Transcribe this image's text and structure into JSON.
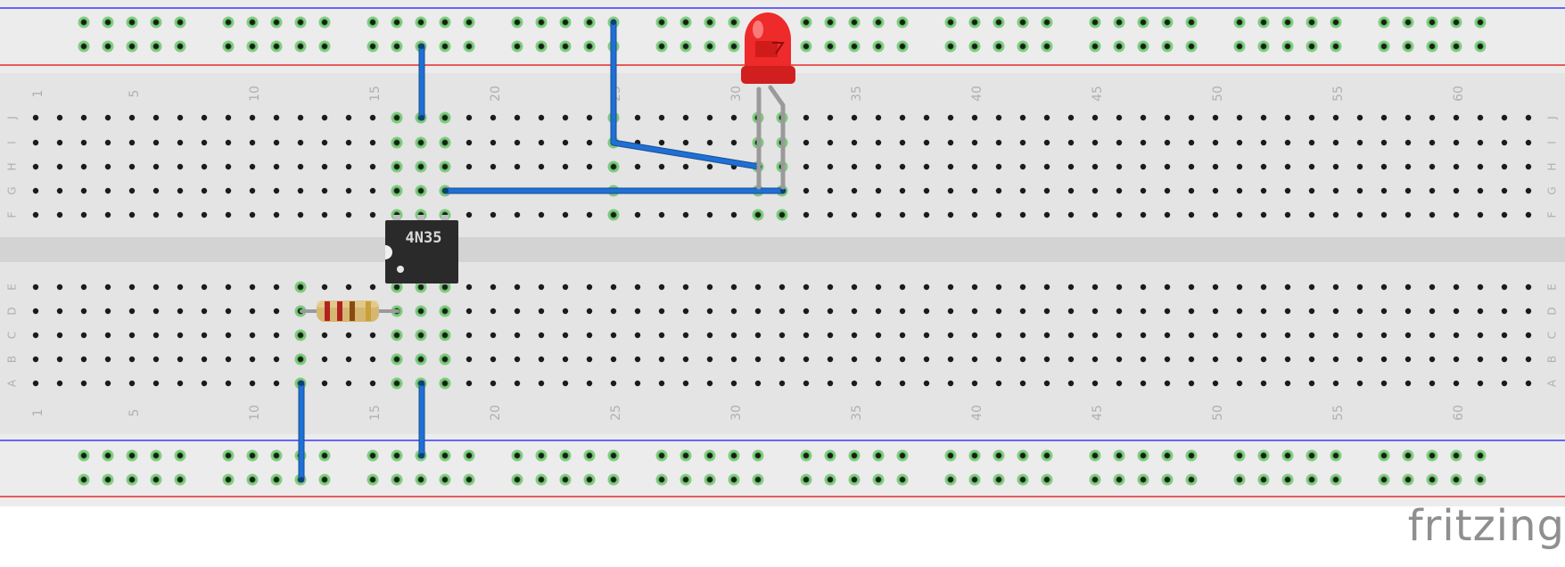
{
  "breadboard": {
    "columns": 63,
    "row_labels_top": [
      "J",
      "I",
      "H",
      "G",
      "F"
    ],
    "row_labels_bottom": [
      "E",
      "D",
      "C",
      "B",
      "A"
    ],
    "column_number_labels": [
      "1",
      "5",
      "10",
      "15",
      "20",
      "25",
      "30",
      "35",
      "40",
      "45",
      "50",
      "55",
      "60"
    ],
    "colors": {
      "board": "#e4e4e4",
      "rail": "#ececec",
      "channel": "#d3d3d3",
      "hole": "#1b1b1b",
      "connected_hole": "#2fb02f",
      "red_line": "#e52b2b",
      "blue_line": "#3a3aff",
      "label": "#b0b0b0"
    }
  },
  "components": {
    "ic": {
      "label": "4N35",
      "color": "#2a2a2a"
    },
    "led": {
      "color": "#ee2a2a"
    },
    "resistor": {
      "bands": [
        "#b02222",
        "#b02222",
        "#8a4b12",
        "#c9a13a"
      ]
    },
    "wire_color": "#1f6fd6"
  },
  "brand": {
    "name": "fritzing"
  }
}
